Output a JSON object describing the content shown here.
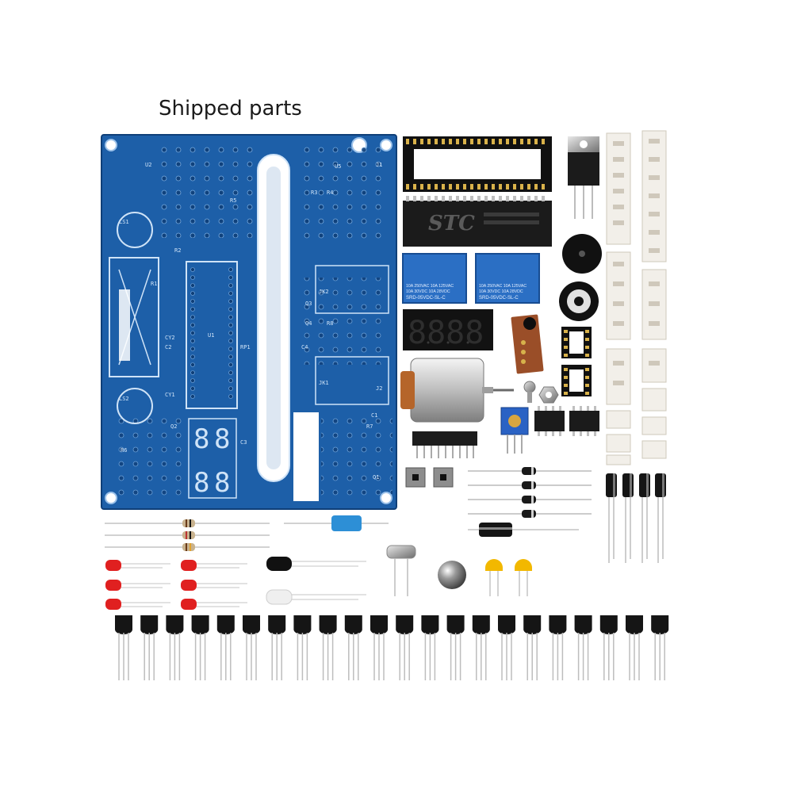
{
  "heading": "Shipped parts",
  "board_silkscreen": [
    "U1",
    "U2",
    "U5",
    "LS1",
    "LS2",
    "RP1",
    "CY1",
    "CY2",
    "J1",
    "J2",
    "JK1",
    "JK2",
    "R1",
    "R2",
    "R3",
    "R4",
    "R5",
    "R6",
    "R7",
    "R8",
    "C1",
    "C2",
    "C3",
    "C4",
    "Q1",
    "Q2",
    "Q3",
    "Q4"
  ],
  "ic_marking": "STC",
  "relay_1_text": [
    "10A 250VAC  10A 125VAC",
    "10A 30VDC  10A 28VDC",
    "SRD-05VDC-SL-C"
  ],
  "relay_2_text": [
    "10A 250VAC  10A 125VAC",
    "10A 30VDC  10A 28VDC",
    "SRD-05VDC-SL-C"
  ],
  "colors": {
    "pcb": "#1d5fa8",
    "pcb_dark": "#0f3f78",
    "relay": "#2b6fc4",
    "led_red": "#e02020",
    "capacitor_yellow": "#f2b800",
    "motor_copper": "#b5652a"
  },
  "counts": {
    "transistors": 22,
    "red_leds": 6,
    "electrolytic_capacitors": 4,
    "diodes": 4
  }
}
